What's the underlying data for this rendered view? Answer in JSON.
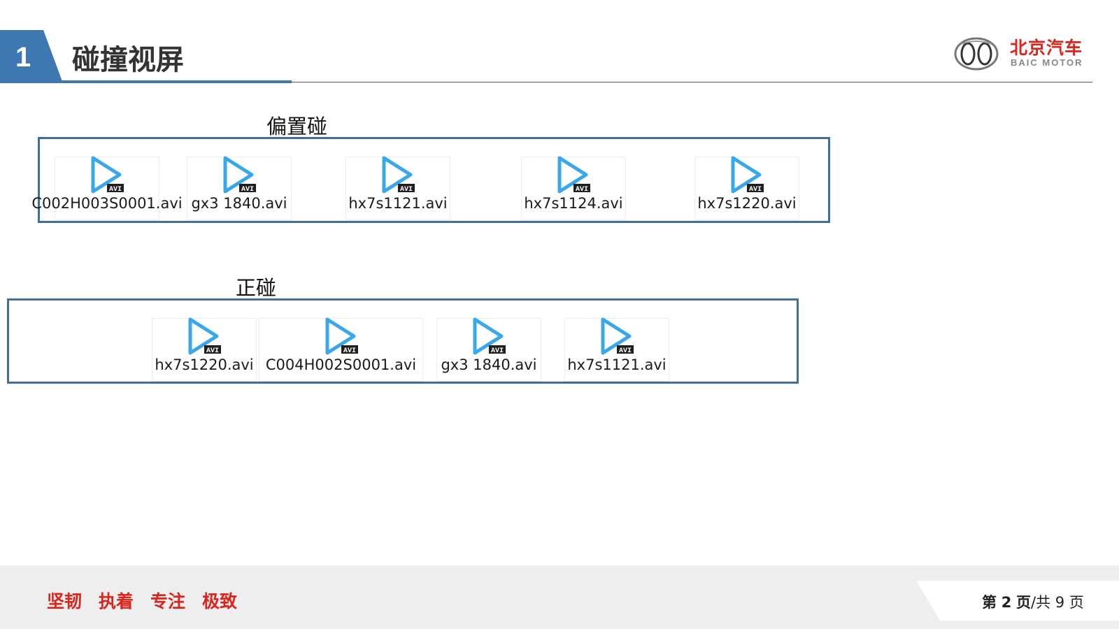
{
  "header": {
    "section_number": "1",
    "title": "碰撞视屏",
    "accent_color": "#3f77b3"
  },
  "logo": {
    "name_cn": "北京汽车",
    "name_en": "BAIC MOTOR",
    "brand_color": "#d9251d"
  },
  "groups": [
    {
      "label": "偏置碰",
      "files": [
        {
          "name": "C002H003S0001.avi",
          "icon": "avi-video-file-icon"
        },
        {
          "name": "gx3 1840.avi",
          "icon": "avi-video-file-icon"
        },
        {
          "name": "hx7s1121.avi",
          "icon": "avi-video-file-icon"
        },
        {
          "name": "hx7s1124.avi",
          "icon": "avi-video-file-icon"
        },
        {
          "name": "hx7s1220.avi",
          "icon": "avi-video-file-icon"
        }
      ]
    },
    {
      "label": "正碰",
      "files": [
        {
          "name": "hx7s1220.avi",
          "icon": "avi-video-file-icon"
        },
        {
          "name": "C004H002S0001.avi",
          "icon": "avi-video-file-icon"
        },
        {
          "name": "gx3 1840.avi",
          "icon": "avi-video-file-icon"
        },
        {
          "name": "hx7s1121.avi",
          "icon": "avi-video-file-icon"
        }
      ]
    }
  ],
  "footer": {
    "slogan": [
      "坚韧",
      "执着",
      "专注",
      "极致"
    ],
    "page_prefix": "第",
    "page_current": "2",
    "page_mid": "页",
    "page_sep": "/",
    "page_total_prefix": "共",
    "page_total": "9",
    "page_suffix": "页"
  }
}
